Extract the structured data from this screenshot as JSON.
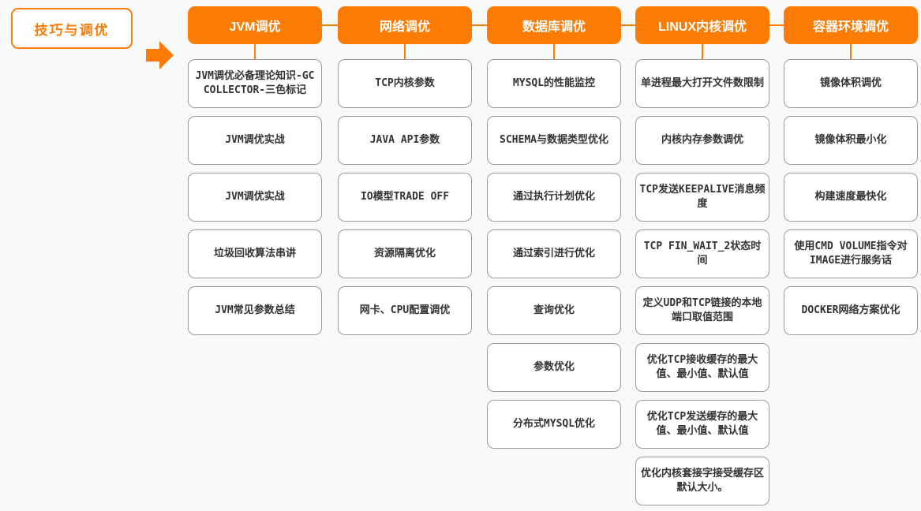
{
  "colors": {
    "background": "#f8f9fb",
    "accent_orange": "#fc7c05",
    "item_border": "#9a9a9a",
    "item_text": "#333333",
    "header_text": "#ffffff"
  },
  "root": {
    "label": "技巧与调优"
  },
  "arrow": {
    "icon": "right-arrow-icon"
  },
  "columns": [
    {
      "header": "JVM调优",
      "items": [
        "JVM调优必备理论知识-GC COLLECTOR-三色标记",
        "JVM调优实战",
        "JVM调优实战",
        "垃圾回收算法串讲",
        "JVM常见参数总结"
      ]
    },
    {
      "header": "网络调优",
      "items": [
        "TCP内核参数",
        "JAVA API参数",
        "IO模型TRADE OFF",
        "资源隔离优化",
        "网卡、CPU配置调优"
      ]
    },
    {
      "header": "数据库调优",
      "items": [
        "MYSQL的性能监控",
        "SCHEMA与数据类型优化",
        "通过执行计划优化",
        "通过索引进行优化",
        "查询优化",
        "参数优化",
        "分布式MYSQL优化"
      ]
    },
    {
      "header": "LINUX内核调优",
      "items": [
        "单进程最大打开文件数限制",
        "内核内存参数调优",
        "TCP发送KEEPALIVE消息频度",
        "TCP FIN_WAIT_2状态时间",
        "定义UDP和TCP链接的本地端口取值范围",
        "优化TCP接收缓存的最大值、最小值、默认值",
        "优化TCP发送缓存的最大值、最小值、默认值",
        "优化内核套接字接受缓存区默认大小。"
      ]
    },
    {
      "header": "容器环境调优",
      "items": [
        "镜像体积调优",
        "镜像体积最小化",
        "构建速度最快化",
        "使用CMD VOLUME指令对IMAGE进行服务话",
        "DOCKER网络方案优化"
      ]
    }
  ]
}
